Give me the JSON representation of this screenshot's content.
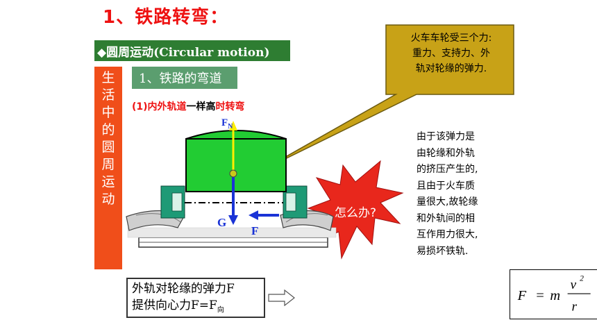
{
  "title": "1、铁路转弯：",
  "section_banner": "◆圆周运动(Circular motion)",
  "side_bar_chars": [
    "生",
    "活",
    "中",
    "的",
    "圆",
    "周",
    "运",
    "动"
  ],
  "sub_banner": "1、铁路的弯道",
  "point_label": {
    "part1": "(1)内外轨道",
    "part2": "一样高",
    "part3": "时转弯"
  },
  "diagram": {
    "fn_label": "F",
    "fn_sub": "N",
    "g_label": "G",
    "f_label": "F"
  },
  "callout": {
    "line1": "火车车轮受三个力:",
    "line2": "重力、支持力、外",
    "line3": "轨对轮缘的弹力."
  },
  "burst_text": "怎么办?",
  "explanation_lines": [
    "由于该弹力是",
    "由轮缘和外轨",
    "的挤压产生的,",
    "且由于火车质",
    "量很大,故轮缘",
    "和外轨间的相",
    "互作用力很大,",
    "易损坏铁轨."
  ],
  "summary": {
    "line1": "外轨对轮缘的弹力F",
    "line2_main": "提供向心力F=F",
    "line2_sub": "向"
  },
  "formula": {
    "lhs": "F",
    "eq": "=",
    "m": "m",
    "num": "v",
    "exp": "2",
    "den": "r"
  },
  "colors": {
    "title": "#ee1111",
    "banner_green": "#2e7d32",
    "side_orange": "#f04e1a",
    "sub_green": "#5b9e6f",
    "car_green": "#22cc33",
    "callout_fill": "#c8a217",
    "burst_red": "#e8271c"
  }
}
